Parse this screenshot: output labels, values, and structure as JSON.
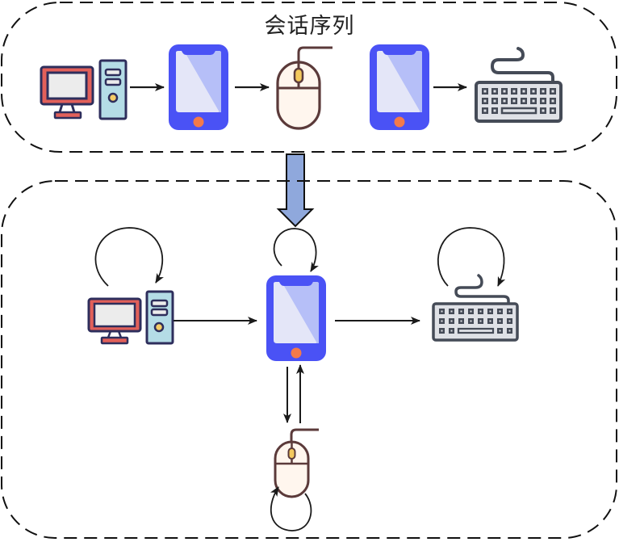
{
  "diagram": {
    "top_panel": {
      "title": "会话序列",
      "sequence": [
        "computer",
        "phone",
        "mouse",
        "phone",
        "keyboard"
      ],
      "edges": [
        {
          "from": "computer",
          "to": "phone"
        },
        {
          "from": "phone",
          "to": "mouse"
        },
        {
          "from": "phone",
          "to": "keyboard"
        }
      ]
    },
    "transition_arrow": {
      "from": "top_panel",
      "to": "bottom_panel",
      "color": "#8fa8dc"
    },
    "bottom_panel": {
      "nodes": [
        "computer",
        "phone",
        "keyboard",
        "mouse"
      ],
      "self_loops": [
        "computer",
        "phone",
        "keyboard",
        "mouse"
      ],
      "edges": [
        {
          "from": "computer",
          "to": "phone"
        },
        {
          "from": "phone",
          "to": "keyboard"
        },
        {
          "from": "phone",
          "to": "mouse"
        },
        {
          "from": "mouse",
          "to": "phone"
        }
      ]
    },
    "colors": {
      "phone_body": "#4a52f5",
      "phone_screen_light": "#e4e6f8",
      "phone_screen_dark": "#b6bff8",
      "phone_button": "#f47a4a",
      "monitor_frame": "#e2605a",
      "monitor_screen": "#ececec",
      "tower_body": "#b4dce6",
      "outline_navy": "#2e2e5c",
      "tower_led": "#f5cc66",
      "mouse_body": "#fff6ee",
      "mouse_outline": "#5b3a3a",
      "mouse_wheel": "#f4c95d",
      "keyboard_body": "#dfe1e6",
      "keyboard_outline": "#454b57",
      "edge": "#1a1a1a",
      "panel_border": "#111111"
    }
  }
}
